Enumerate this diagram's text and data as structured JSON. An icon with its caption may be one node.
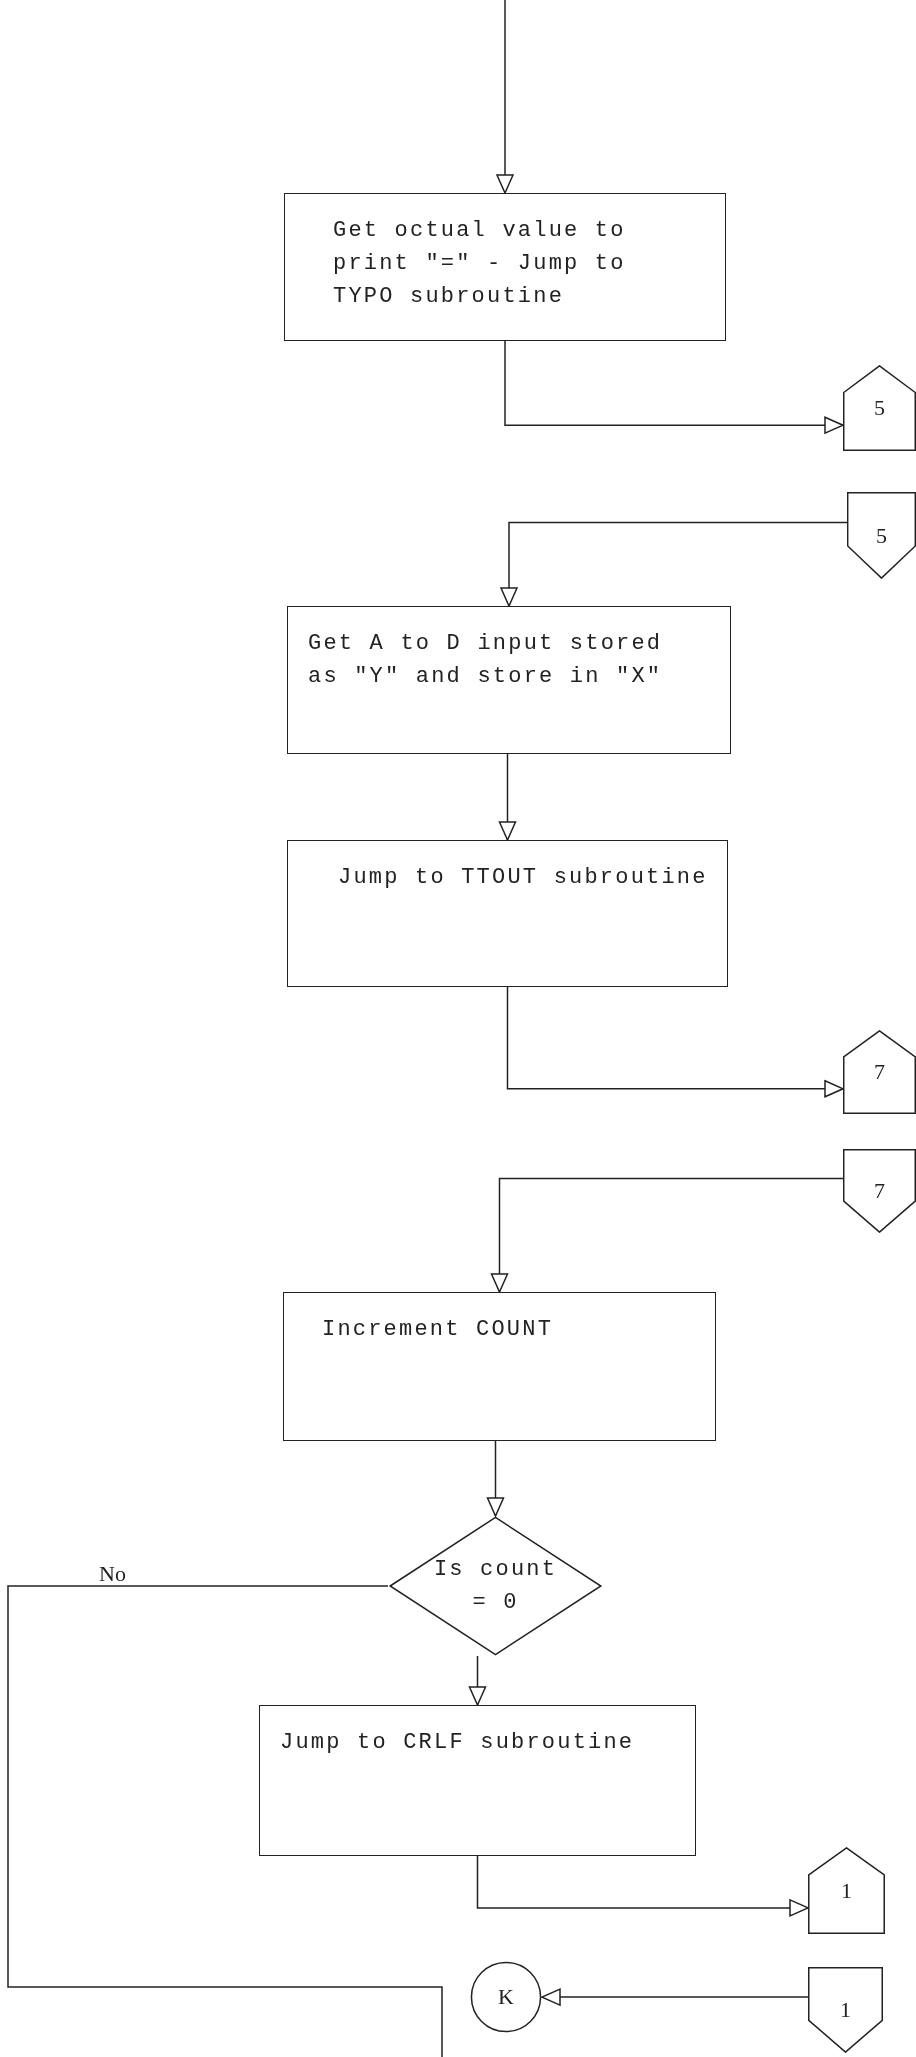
{
  "diagram": {
    "nodes": [
      {
        "text": [
          "Get octual value to print \"=\" - Jump to TYPO subroutine"
        ]
      },
      {
        "text": [
          "5"
        ]
      },
      {
        "text": [
          "5"
        ]
      },
      {
        "text": [
          "Get A to D input stored as \"Y\" and store in \"X\""
        ]
      },
      {
        "text": [
          "Jump to TTOUT subroutine"
        ]
      },
      {
        "text": [
          "7"
        ]
      },
      {
        "text": [
          "7"
        ]
      },
      {
        "text": [
          "Increment COUNT"
        ]
      },
      {
        "text": [
          "Is count = 0"
        ]
      },
      {
        "text": [
          "Jump to CRLF subroutine"
        ]
      },
      {
        "text": [
          "1"
        ]
      },
      {
        "text": [
          "K"
        ]
      },
      {
        "text": [
          "1"
        ]
      }
    ],
    "edges": [
      {
        "from": null,
        "to": 0,
        "arrow": "to"
      },
      {
        "from": 0,
        "to": 1,
        "arrow": "to"
      },
      {
        "from": 2,
        "to": 3,
        "arrow": "to"
      },
      {
        "from": 3,
        "to": 4,
        "arrow": "to"
      },
      {
        "from": 4,
        "to": 5,
        "arrow": "to"
      },
      {
        "from": 6,
        "to": 7,
        "arrow": "to"
      },
      {
        "from": 7,
        "to": 8,
        "arrow": "to"
      },
      {
        "from": 8,
        "to": 9,
        "arrow": "to"
      },
      {
        "from": 9,
        "to": 10,
        "arrow": "to"
      },
      {
        "from": 8,
        "to": null,
        "arrow": "none",
        "label": "No"
      },
      {
        "from": 12,
        "to": 11,
        "arrow": "to"
      }
    ]
  }
}
